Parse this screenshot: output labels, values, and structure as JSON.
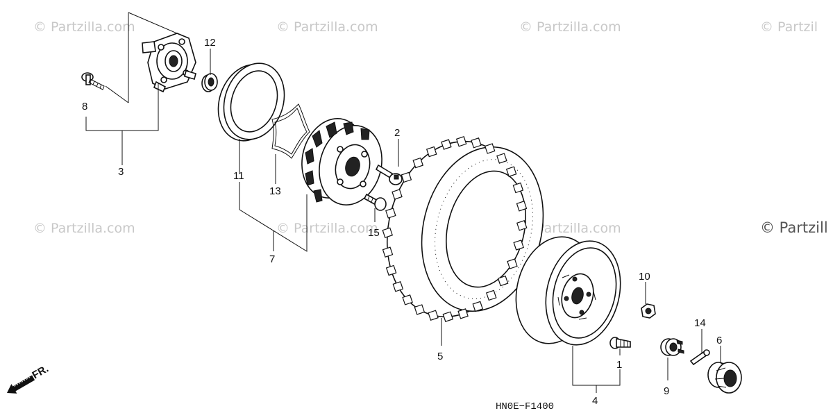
{
  "watermarks": [
    "© Partzilla.com",
    "© Partzilla.com",
    "© Partzilla.com",
    "© Partzil",
    "© Partzilla.com",
    "© Partzilla.com",
    "© Partzilla.com",
    "© Partzill"
  ],
  "callouts": {
    "p1": "1",
    "p2": "2",
    "p3": "3",
    "p4": "4",
    "p5": "5",
    "p6": "6",
    "p7": "7",
    "p8": "8",
    "p9": "9",
    "p10": "10",
    "p11": "11",
    "p12": "12",
    "p13": "13",
    "p14": "14",
    "p15": "15"
  },
  "diagram_code": "HN0E−F1400",
  "front_indicator": "FR."
}
